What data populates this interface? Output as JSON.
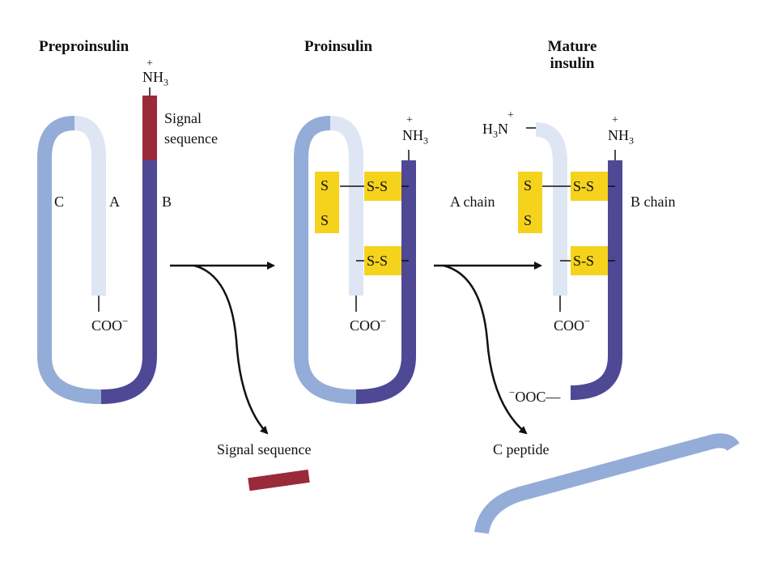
{
  "titles": {
    "preproinsulin": "Preproinsulin",
    "proinsulin": "Proinsulin",
    "mature_line1": "Mature",
    "mature_line2": "insulin"
  },
  "groups": {
    "nh3": "NH",
    "nh3_sub": "3",
    "plus": "+",
    "coo": "COO",
    "minus": "−",
    "h3n_h": "H",
    "h3n_sub": "3",
    "h3n_n": "N",
    "ooc": "OOC—",
    "ooc_minus": "−"
  },
  "preproinsulin_labels": {
    "signal_line1": "Signal",
    "signal_line2": "sequence",
    "chain_c": "C",
    "chain_a": "A",
    "chain_b": "B"
  },
  "disulfide": {
    "s": "S",
    "ss": "S-S"
  },
  "mature_labels": {
    "a_chain": "A chain",
    "b_chain": "B chain"
  },
  "products": {
    "signal_sequence": "Signal sequence",
    "c_peptide": "C peptide"
  },
  "colors": {
    "a_chain": "#dde6f2",
    "c_chain": "#94acd8",
    "b_chain": "#4e4895",
    "signal": "#9a2a3a",
    "ss_bond": "#f5d21c"
  }
}
